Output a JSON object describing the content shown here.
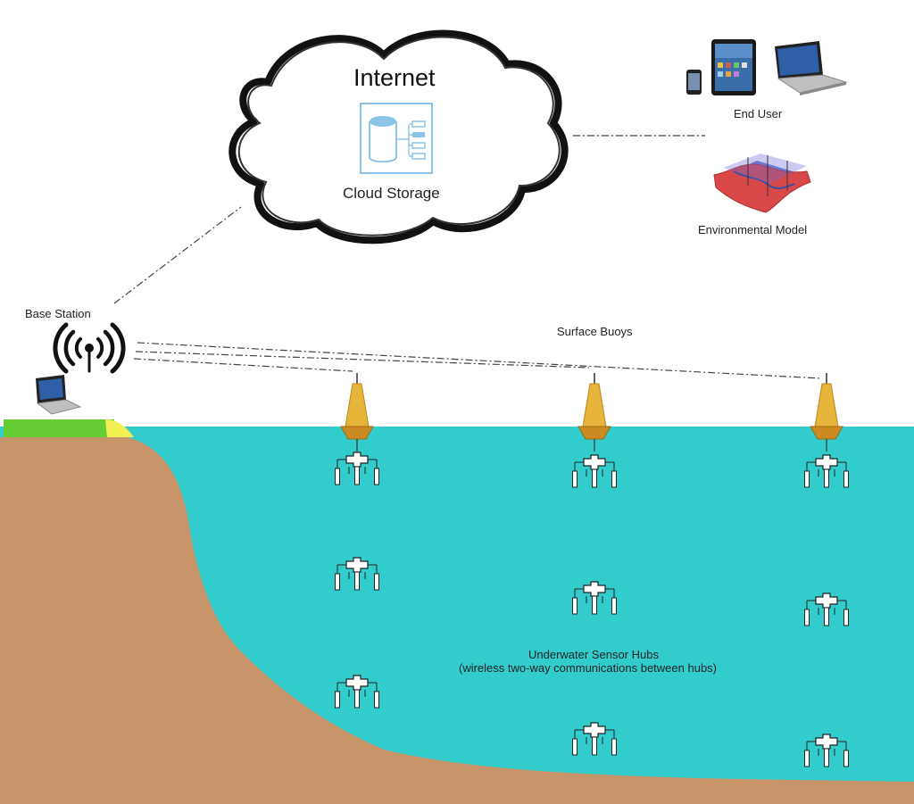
{
  "labels": {
    "internet": "Internet",
    "cloud_storage": "Cloud Storage",
    "end_user": "End User",
    "environmental_model": "Environmental Model",
    "base_station": "Base Station",
    "surface_buoys": "Surface Buoys",
    "sensor_hubs_title": "Underwater Sensor Hubs",
    "sensor_hubs_subtitle": "(wireless two-way communications between hubs)"
  },
  "colors": {
    "water": "#33cccc",
    "seabed": "#c8956a",
    "grass": "#66cc33",
    "sand": "#f2ef55",
    "buoy": "#e6b43a",
    "buoy_base": "#cc8a22",
    "cloud_outline": "#111111",
    "storage_accent": "#8cc4e8",
    "model_red": "#d94848",
    "model_blue": "#5a73c8"
  },
  "icons": {
    "cloud": "cloud-icon",
    "database": "database-icon",
    "phone": "smartphone-icon",
    "tablet": "tablet-icon",
    "laptop": "laptop-icon",
    "model": "environmental-model-icon",
    "antenna": "antenna-icon",
    "buoy": "buoy-icon",
    "sensor_hub": "sensor-hub-icon"
  }
}
